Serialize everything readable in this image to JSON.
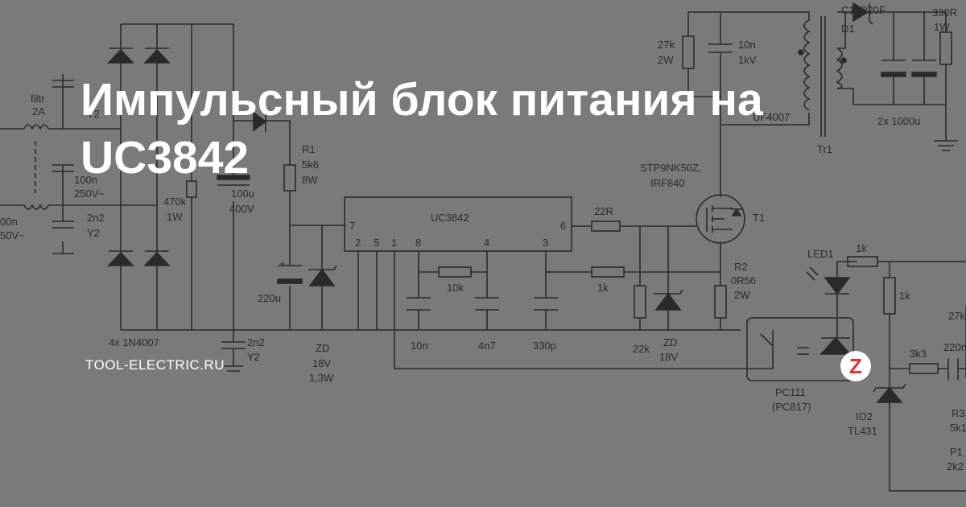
{
  "title": "Импульсный блок питания на UC3842",
  "site": "TOOL-ELECTRIC.RU",
  "logo": {
    "letter": "Z",
    "icon": "zen-logo-icon",
    "bg": "#ffffff",
    "fg": "#e5322d"
  },
  "colors": {
    "background": "#7a7a7a",
    "lines": "#2a2a2a",
    "title": "#ffffff"
  },
  "schematic": {
    "filter": {
      "name": "filtr",
      "current": "2A"
    },
    "c_in": {
      "value": "100n",
      "voltage": "250V~"
    },
    "c_in_left": {
      "value": "00n",
      "voltage": "50V~"
    },
    "y_cap_1": {
      "value": "2n2",
      "type": "Y2"
    },
    "y_cap_2": {
      "value": "2n2",
      "type": "Y2"
    },
    "y_label_top": "Y2",
    "rectifier": "4x 1N4007",
    "r_startup": {
      "value": "470k",
      "power": "1W"
    },
    "bulk_cap": {
      "value": "100u",
      "voltage": "400V"
    },
    "r1": {
      "ref": "R1",
      "value": "5k6",
      "power": "8W"
    },
    "vcc_cap": "220u",
    "zd1": {
      "ref": "ZD",
      "voltage": "18V",
      "power": "1,3W"
    },
    "ic": {
      "name": "UC3842",
      "pins": [
        "7",
        "2",
        "5",
        "1",
        "8",
        "4",
        "3",
        "6"
      ]
    },
    "c_10n": "10n",
    "r_10k": "10k",
    "c_4n7": "4n7",
    "c_330p": "330p",
    "r_gate": "22R",
    "r_1k_sense": "1k",
    "r_22k": "22k",
    "zd2": {
      "ref": "ZD",
      "voltage": "18V"
    },
    "mosfet": {
      "ref": "T1",
      "name1": "STP9NK50Z,",
      "name2": "IRF840"
    },
    "r2": {
      "ref": "R2",
      "value": "0R56",
      "power": "2W"
    },
    "snubber_r": {
      "value": "27k",
      "power": "2W"
    },
    "snubber_c": {
      "value": "10n",
      "voltage": "1kV"
    },
    "diode_snub": "UF4007",
    "transformer": "Tr1",
    "d1": {
      "ref": "D1",
      "name": "C10P20F"
    },
    "out_caps": "2x 1000u",
    "r_out": {
      "value": "330R",
      "power": "1W"
    },
    "led1": "LED1",
    "r_led": "1k",
    "r_right": "1k",
    "r_27k_right": "27k",
    "opto": {
      "name": "PC111",
      "alt": "(PC817)"
    },
    "r_3k3": "3k3",
    "c_220n": "220n",
    "tl431": {
      "ref": "IO2",
      "name": "TL431"
    },
    "r3": {
      "ref": "R3",
      "value": "5k1"
    },
    "p1": {
      "ref": "P1",
      "value": "2k2"
    }
  }
}
